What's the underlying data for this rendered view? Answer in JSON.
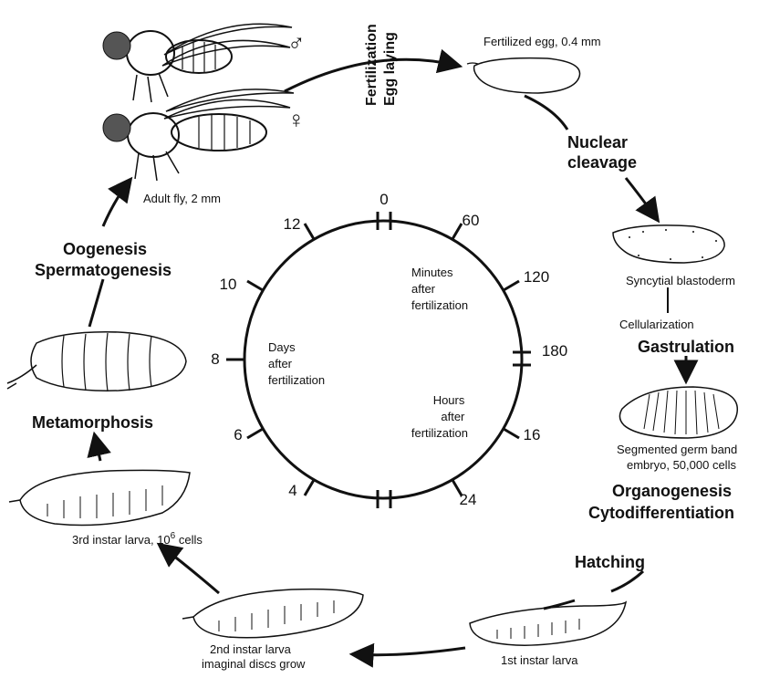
{
  "clock": {
    "minutes_label": [
      "Minutes",
      "after",
      "fertilization"
    ],
    "hours_label": [
      "Hours",
      "after",
      "fertilization"
    ],
    "days_label": [
      "Days",
      "after",
      "fertilization"
    ],
    "minute_ticks": [
      "0",
      "60",
      "120",
      "180"
    ],
    "hour_ticks": [
      "16",
      "24"
    ],
    "day_ticks": [
      "4",
      "6",
      "8",
      "10",
      "12"
    ]
  },
  "stages": {
    "male_symbol": "♂",
    "female_symbol": "♀",
    "adult": "Adult fly, 2 mm",
    "fertilization": "Fertilization",
    "egg_laying": "Egg laying",
    "egg": "Fertilized egg, 0.4 mm",
    "nuclear": "Nuclear",
    "cleavage": "cleavage",
    "syncytial": "Syncytial blastoderm",
    "cellularization": "Cellularization",
    "gastrulation": "Gastrulation",
    "germband1": "Segmented germ band",
    "germband2": "embryo, 50,000 cells",
    "organogenesis": "Organogenesis",
    "cytodiff": "Cytodifferentiation",
    "hatching": "Hatching",
    "larva1": "1st instar larva",
    "larva2a": "2nd instar larva",
    "larva2b": "imaginal discs grow",
    "larva3_pre": "3rd instar larva, 10",
    "larva3_exp": "6",
    "larva3_post": " cells",
    "metamorphosis": "Metamorphosis",
    "oogenesis": "Oogenesis",
    "spermatogenesis": "Spermatogenesis"
  }
}
